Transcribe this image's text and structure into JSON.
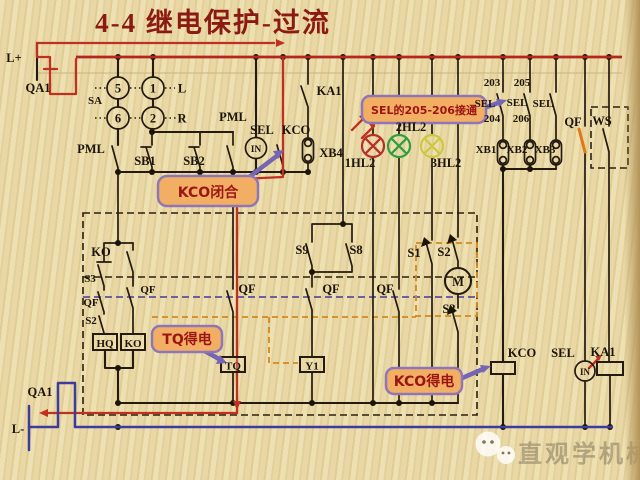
{
  "title": "4-4  继电保护-过流",
  "terminals": {
    "l_plus": "L+",
    "l_minus": "L-",
    "qa1_top": "QA1",
    "qa1_bottom": "QA1"
  },
  "selector_switch": {
    "name": "SA",
    "pos5": "5",
    "pos1": "1",
    "pos6": "6",
    "pos2": "2",
    "left": "L",
    "right": "R"
  },
  "contacts": {
    "pml1": "PML",
    "pml2": "PML",
    "sb1": "SB1",
    "sb2": "SB2",
    "sel_top": "SEL",
    "kco_top": "KCO",
    "in_top": "IN",
    "xb4": "XB4",
    "ka1_top": "KA1",
    "n203": "203",
    "n204": "204",
    "n205": "205",
    "n206": "206",
    "sel_a": "SEL",
    "sel_b": "SEL",
    "sel_c": "SEL",
    "xb1": "XB1",
    "xb2": "XB2",
    "xb3": "XB3",
    "qf_ws": "QF",
    "ws": "WS",
    "ko": "KO",
    "s3_left": "S3",
    "qf_left": "QF",
    "s2_left": "S2",
    "qf_ko": "QF",
    "qf_tq": "QF",
    "s9": "S9",
    "s8": "S8",
    "qf_mid": "QF",
    "qf_lamp": "QF",
    "s1": "S1",
    "s2_motor": "S2",
    "motor": "M",
    "s3_motor": "S3"
  },
  "lamps": {
    "hl1": "1HL2",
    "hl2": "2HL2",
    "hl3": "3HL2"
  },
  "coils": {
    "hq": "HQ",
    "ko": "KO",
    "tq": "TQ",
    "y1": "Y1",
    "kco": "KCO",
    "sel": "SEL",
    "in": "IN",
    "ka1": "KA1"
  },
  "callouts": {
    "kco_closed": "KCO闭合",
    "sel_connected": "SEL的205-206接通",
    "tq_energized": "TQ得电",
    "kco_energized": "KCO得电"
  },
  "watermark": "直观学机械",
  "colors": {
    "background": "#e9d8a6",
    "wire": "#241a10",
    "bus_positive": "#b3281c",
    "trace_red": "#c03020",
    "bus_negative": "#3c3c9e",
    "linkage_purple": "#5b4fa0",
    "linkage_orange": "#d08a20",
    "callout_fill": "#f2ae62",
    "callout_border": "#8f76b8",
    "callout_text": "#9c1515",
    "lamp_red": "#b5302a",
    "lamp_green": "#2f9e3f",
    "lamp_yellow": "#cdc83e",
    "title": "#8c1a12"
  }
}
